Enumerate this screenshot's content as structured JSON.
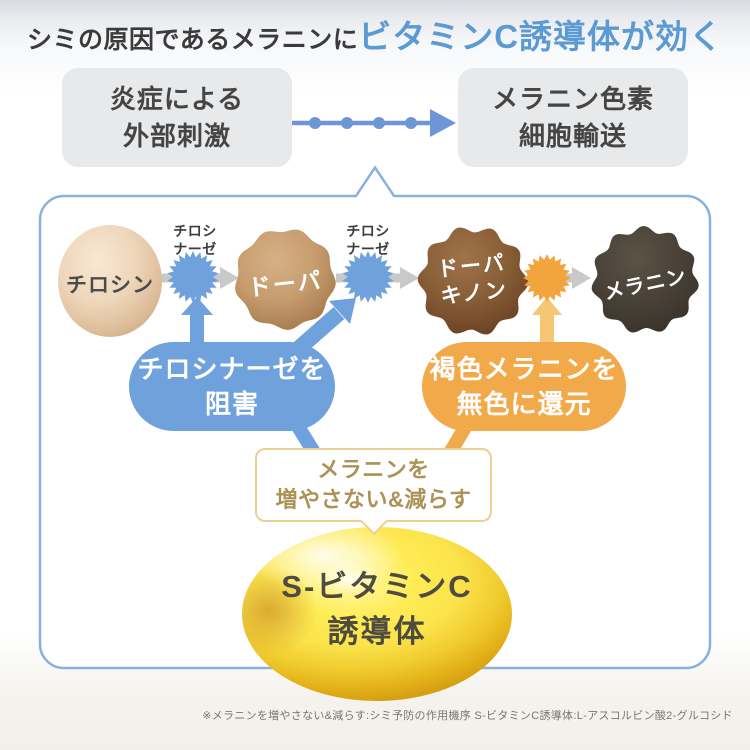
{
  "title": {
    "prefix": "シミの原因であるメラニンに",
    "highlight": "ビタミンC誘導体が効く"
  },
  "flow": {
    "left_box": {
      "line1": "炎症による",
      "line2": "外部刺激"
    },
    "right_box": {
      "line1": "メラニン色素",
      "line2": "細胞輸送"
    }
  },
  "pathway": {
    "tyrosine": "チロシン",
    "dopa": "ドーパ",
    "dopaquinone_line1": "ドーパ",
    "dopaquinone_line2": "キノン",
    "melanin": "メラニン",
    "enzyme1_line1": "チロシ",
    "enzyme1_line2": "ナーゼ",
    "enzyme2_line1": "チロシ",
    "enzyme2_line2": "ナーゼ"
  },
  "callouts": {
    "inhibit": {
      "line1": "チロシナーゼを",
      "line2": "阻害"
    },
    "reduce": {
      "line1": "褐色メラニンを",
      "line2": "無色に還元"
    },
    "prevent": {
      "line1": "メラニンを",
      "line2": "増やさない&減らす"
    }
  },
  "product": {
    "line1": "S-ビタミンC",
    "line2": "誘導体"
  },
  "footnote": "※メラニンを増やさない&減らす:シミ予防の作用機序 S-ビタミンC誘導体:L-アスコルビン酸2-グルコシド",
  "colors": {
    "header_blue": "#5b9ad3",
    "accent_blue": "#6fa1dc",
    "accent_orange": "#f2a53d",
    "light_orange": "#f6c772",
    "container_border": "#88b1dd",
    "box_gray": "#e8e9ea",
    "gray_arrow": "#c9c9c9"
  }
}
